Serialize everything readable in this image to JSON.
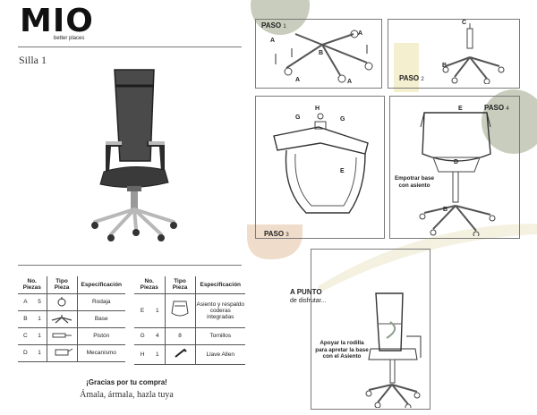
{
  "brand": {
    "name": "MIO",
    "tagline": "better places"
  },
  "product": {
    "title": "Silla 1"
  },
  "table": {
    "headers": {
      "no": "No. Piezas",
      "tipo": "Tipo Pieza",
      "spec": "Especificación"
    },
    "left_rows": [
      {
        "letter": "A",
        "qty": "5",
        "icon": "caster-icon",
        "spec": "Rodaja"
      },
      {
        "letter": "B",
        "qty": "1",
        "icon": "chair-base-icon",
        "spec": "Base"
      },
      {
        "letter": "C",
        "qty": "1",
        "icon": "gas-piston-icon",
        "spec": "Pistón"
      },
      {
        "letter": "D",
        "qty": "1",
        "icon": "mechanism-icon",
        "spec": "Mecanismo"
      }
    ],
    "right_rows": [
      {
        "letter": "E",
        "qty": "1",
        "icon": "seat-backrest-icon",
        "spec": "Asiento y respaldo coderas integradas"
      },
      {
        "letter": "G",
        "qty": "4",
        "pic_text": "8",
        "spec": "Tornillos"
      },
      {
        "letter": "H",
        "qty": "1",
        "icon": "allen-key-icon",
        "spec": "Llave Allen"
      }
    ]
  },
  "thanks": {
    "line1": "¡Gracias por tu compra!",
    "line2": "Ámala, ármala, hazla tuya"
  },
  "steps": {
    "paso1": {
      "label": "PASO",
      "num": "1"
    },
    "paso2": {
      "label": "PASO",
      "num": "2"
    },
    "paso3": {
      "label": "PASO",
      "num": "3"
    },
    "paso4": {
      "label": "PASO",
      "num": "4"
    }
  },
  "part_labels": {
    "A": "A",
    "B": "B",
    "C": "C",
    "D": "D",
    "E": "E",
    "G": "G",
    "H": "H"
  },
  "notes": {
    "empotrar": "Empotrar base con asiento",
    "apoyar": "Apoyar la rodilla para apretar la base con el Asiento"
  },
  "final": {
    "title": "A PUNTO",
    "subtitle": "de disfrutar..."
  },
  "colors": {
    "sage": "#c9cdbd",
    "peach": "#f0dccb",
    "yellow": "#f3efcf",
    "line": "#444444"
  }
}
